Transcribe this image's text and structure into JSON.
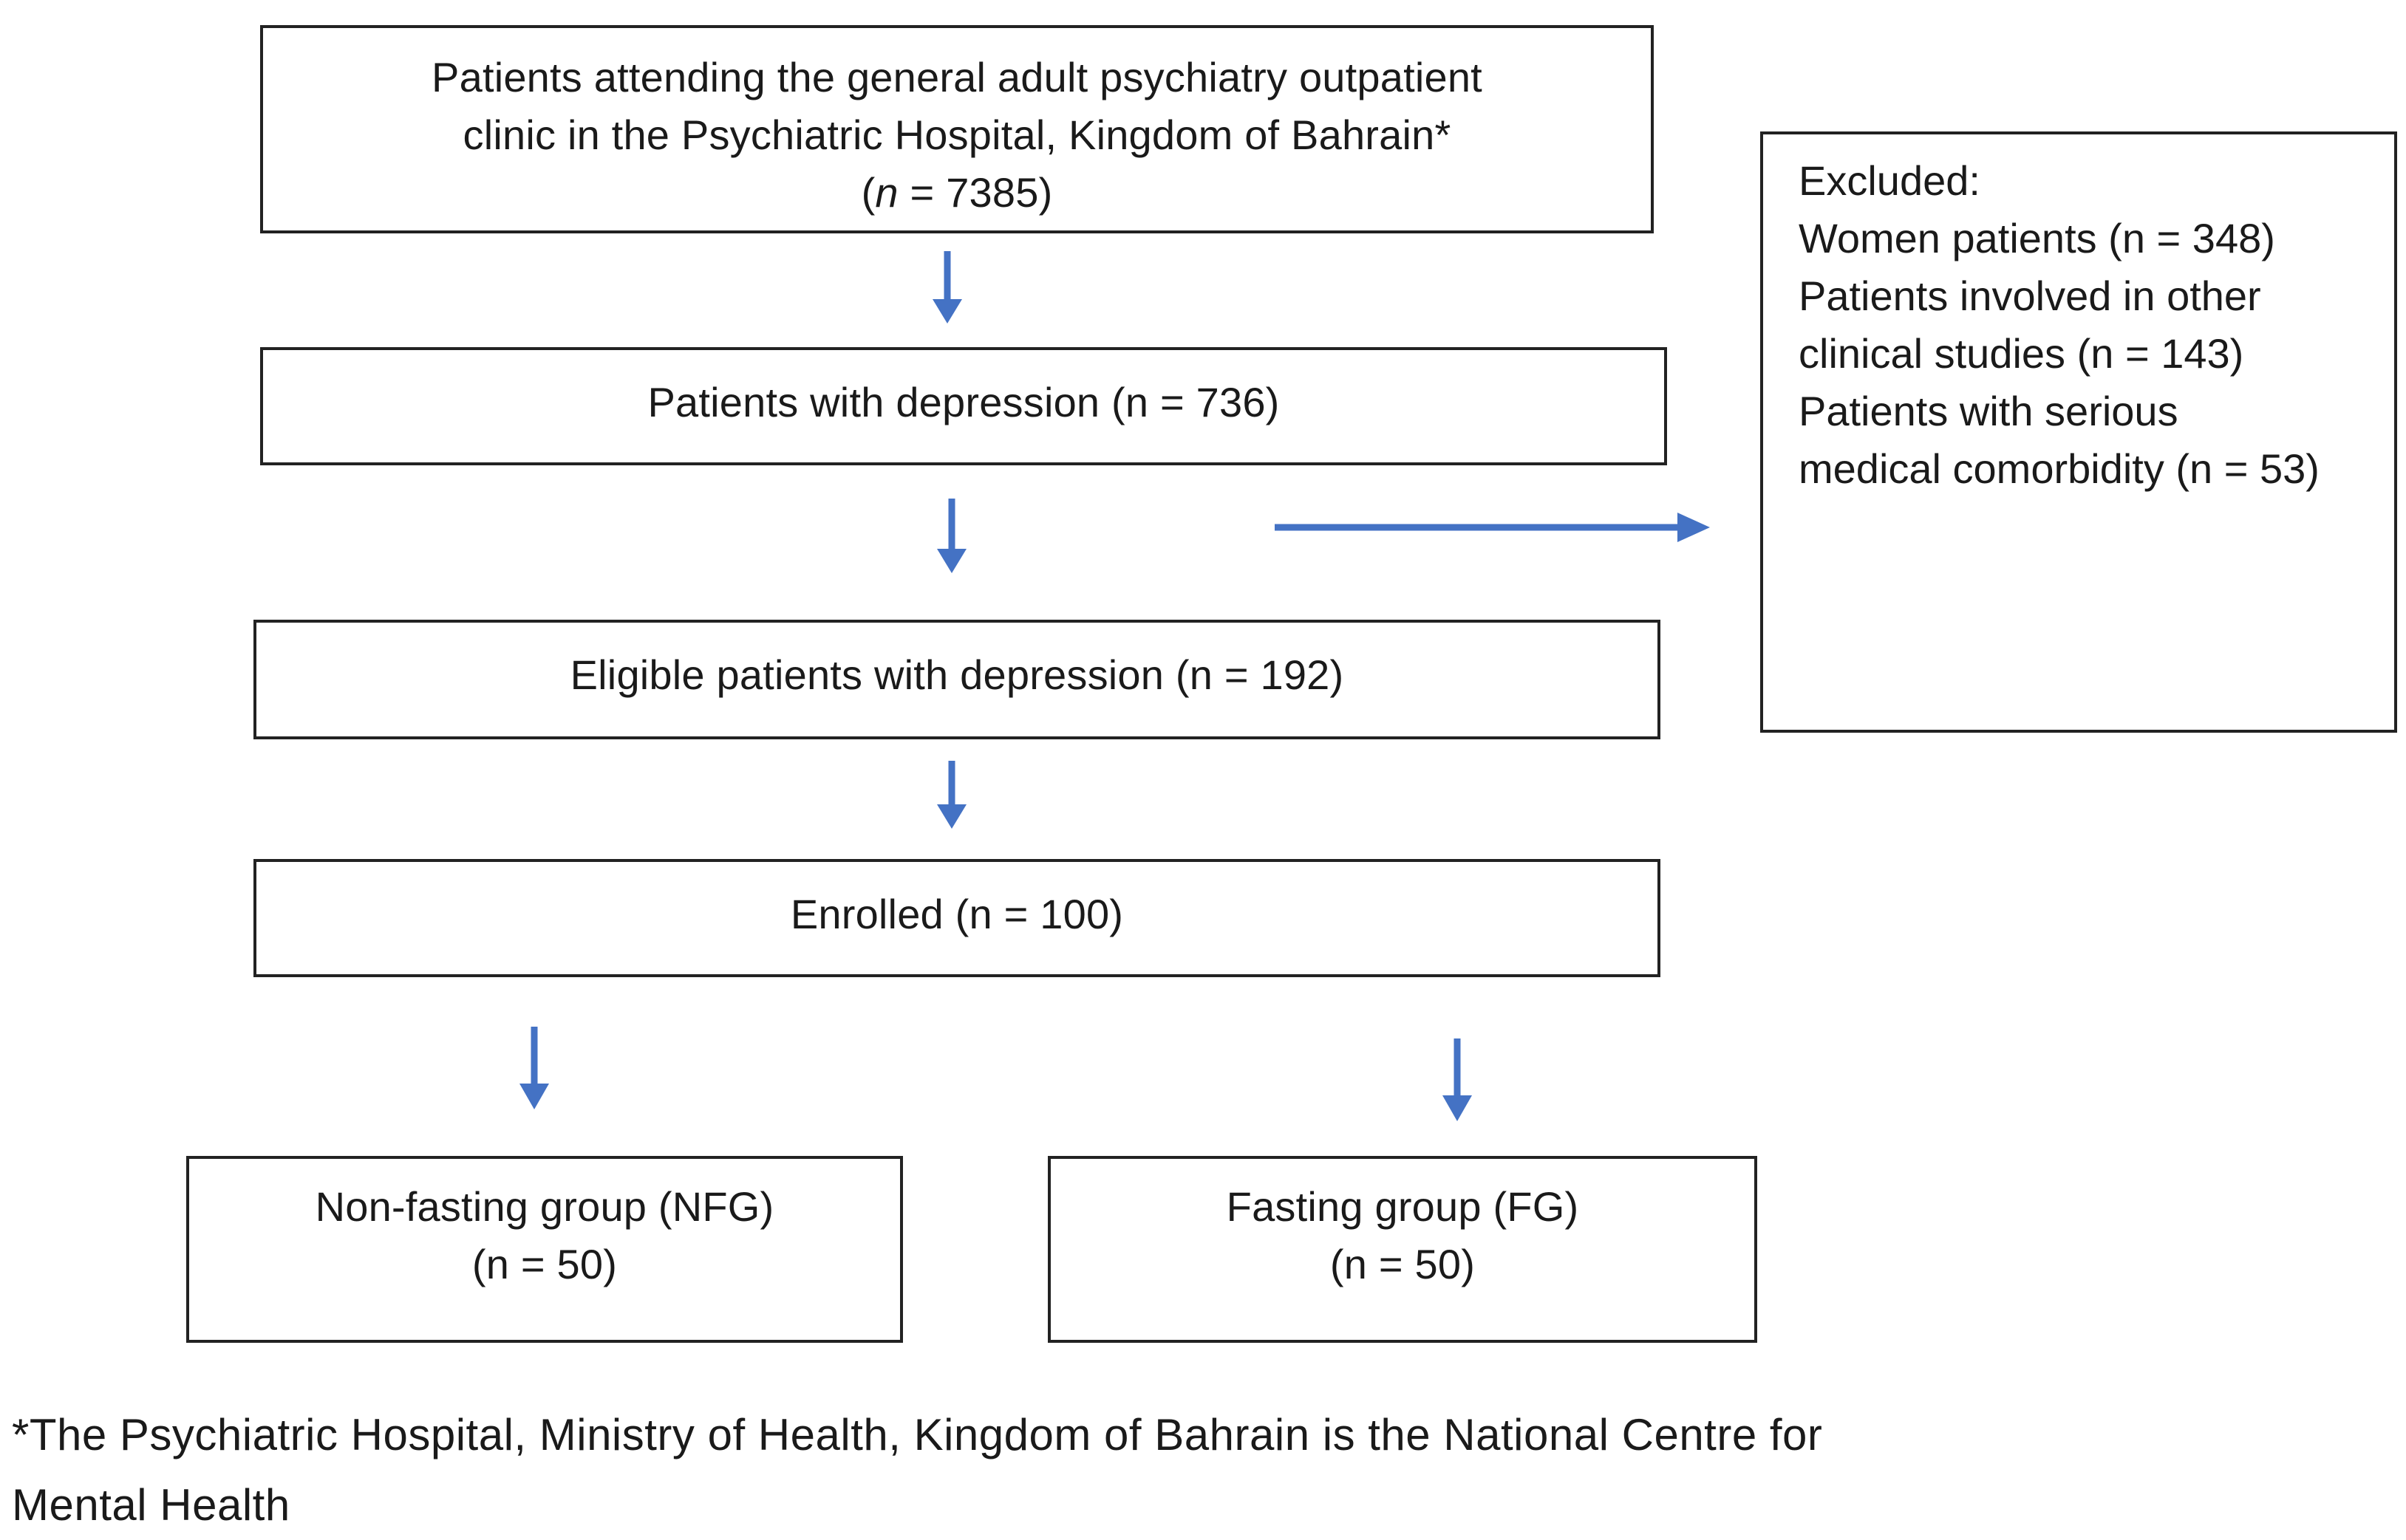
{
  "flow": {
    "population": {
      "line1": "Patients attending the general adult psychiatry outpatient",
      "line2": "clinic in the Psychiatric Hospital, Kingdom of Bahrain*",
      "n_symbol": "n",
      "n_value": " = 7385)"
    },
    "depression": {
      "label": "Patients with depression (n = 736)"
    },
    "eligible": {
      "label": "Eligible patients with depression (n = 192)"
    },
    "enrolled": {
      "label": "Enrolled (n = 100)"
    },
    "non_fasting": {
      "line1": "Non-fasting group (NFG)",
      "line2": "(n = 50)"
    },
    "fasting": {
      "line1": "Fasting group (FG)",
      "line2": "(n = 50)"
    }
  },
  "excluded": {
    "heading": "Excluded:",
    "lines": [
      "Women patients (n = 348)",
      "Patients involved in other",
      "clinical studies (n = 143)",
      "Patients with serious",
      "medical comorbidity (n = 53)"
    ]
  },
  "footnote": {
    "line1": "*The Psychiatric Hospital, Ministry of Health, Kingdom of Bahrain is the National Centre for",
    "line2": "Mental Health"
  },
  "colors": {
    "arrow": "#4472C4",
    "border": "#222222",
    "text": "#1a1a1a"
  }
}
